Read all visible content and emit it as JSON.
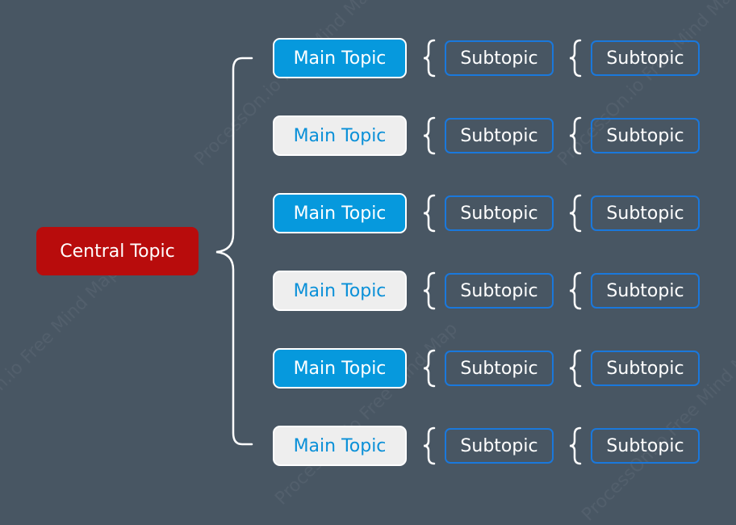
{
  "central_topic": "Central Topic",
  "watermark": "ProcessOn.io Free Mind Map",
  "colors": {
    "background": "#485663",
    "central": "#b80c0c",
    "main_blue": "#0699dd",
    "main_white": "#eeeeee",
    "subtopic_border": "#1a78dc",
    "connector": "#ffffff"
  },
  "rows": [
    {
      "main": "Main Topic",
      "style": "blue",
      "subtopics": [
        "Subtopic",
        "Subtopic"
      ]
    },
    {
      "main": "Main Topic",
      "style": "white",
      "subtopics": [
        "Subtopic",
        "Subtopic"
      ]
    },
    {
      "main": "Main Topic",
      "style": "blue",
      "subtopics": [
        "Subtopic",
        "Subtopic"
      ]
    },
    {
      "main": "Main Topic",
      "style": "white",
      "subtopics": [
        "Subtopic",
        "Subtopic"
      ]
    },
    {
      "main": "Main Topic",
      "style": "blue",
      "subtopics": [
        "Subtopic",
        "Subtopic"
      ]
    },
    {
      "main": "Main Topic",
      "style": "white",
      "subtopics": [
        "Subtopic",
        "Subtopic"
      ]
    }
  ]
}
